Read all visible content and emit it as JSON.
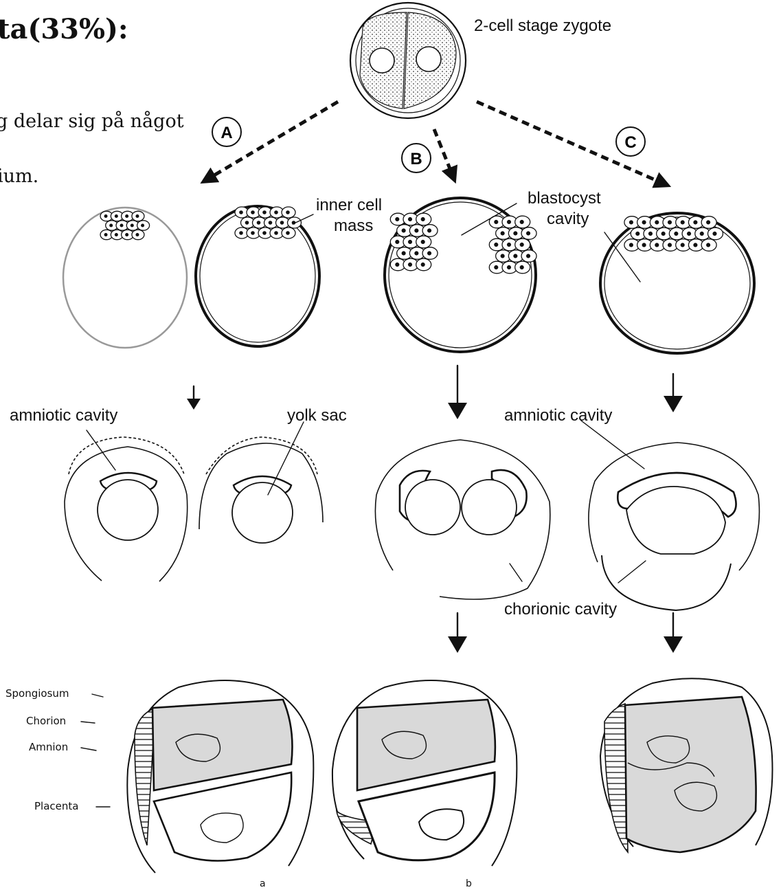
{
  "heading": {
    "title_fragment": "ta(33%):",
    "line1_fragment": "g delar sig på något",
    "line2_fragment": "ium."
  },
  "top_label": "2-cell stage zygote",
  "paths": {
    "a": "A",
    "b": "B",
    "c": "C"
  },
  "blastocyst_labels": {
    "inner_cell_mass": "inner cell\nmass",
    "blastocyst_cavity": "blastocyst\ncavity"
  },
  "implant_labels": {
    "amniotic_cavity_left": "amniotic cavity",
    "yolk_sac": "yolk sac",
    "amniotic_cavity_right": "amniotic cavity",
    "chorionic_cavity": "chorionic cavity"
  },
  "membrane_labels": {
    "spongiosum": "Spongiosum",
    "chorion": "Chorion",
    "amnion": "Amnion",
    "placenta": "Placenta"
  },
  "figure_letters": {
    "a": "a",
    "b": "b"
  },
  "colors": {
    "ink": "#111111",
    "paper": "#ffffff",
    "stipple": "#d9d9d9"
  }
}
